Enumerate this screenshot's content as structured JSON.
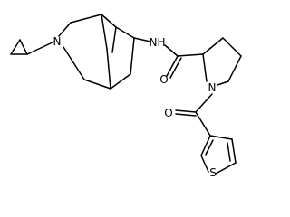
{
  "molecule": {
    "atoms": {
      "n_ring": "N",
      "n_amide": "N",
      "n_amide_h": "H",
      "o_amide": "O",
      "n_pyrrolidine": "N",
      "o_ketone": "O",
      "s_thiophene": "S"
    }
  }
}
